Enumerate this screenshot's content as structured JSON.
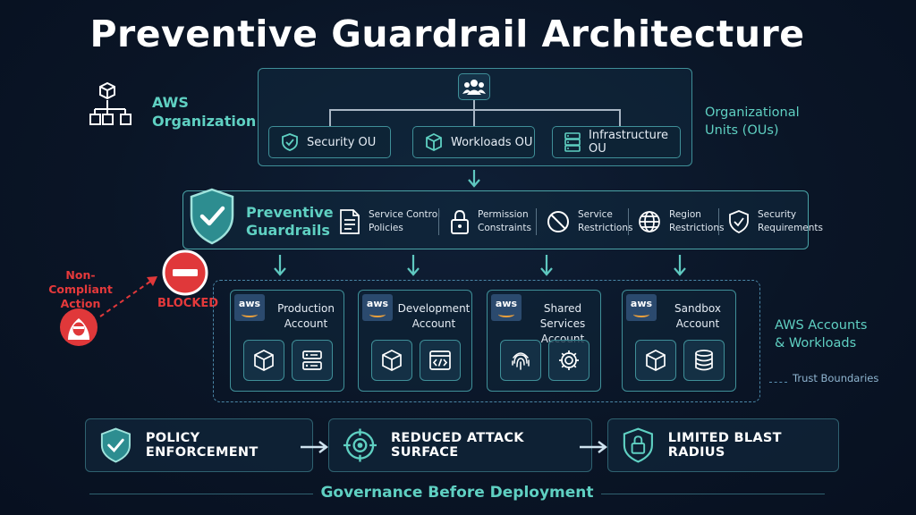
{
  "title": "Preventive Guardrail Architecture",
  "organization": {
    "label_line1": "AWS",
    "label_line2": "Organization"
  },
  "ous": {
    "side_label_line1": "Organizational",
    "side_label_line2": "Units (OUs)",
    "items": [
      {
        "label": "Security OU",
        "icon": "shield-check-icon"
      },
      {
        "label": "Workloads OU",
        "icon": "cube-icon"
      },
      {
        "label": "Infrastructure OU",
        "icon": "server-rack-icon"
      }
    ]
  },
  "guardrails": {
    "title_line1": "Preventive",
    "title_line2": "Guardrails",
    "items": [
      {
        "line1": "Service Control",
        "line2": "Policies",
        "icon": "document-icon"
      },
      {
        "line1": "Permission",
        "line2": "Constraints",
        "icon": "lock-icon"
      },
      {
        "line1": "Service",
        "line2": "Restrictions",
        "icon": "prohibited-icon"
      },
      {
        "line1": "Region",
        "line2": "Restrictions",
        "icon": "globe-icon"
      },
      {
        "line1": "Security",
        "line2": "Requirements",
        "icon": "shield-check-icon"
      }
    ]
  },
  "blocked": {
    "actor_line1": "Non-Compliant",
    "actor_line2": "Action",
    "status": "BLOCKED"
  },
  "accounts": {
    "side_label_line1": "AWS Accounts",
    "side_label_line2": "& Workloads",
    "legend": "Trust Boundaries",
    "badge": "aws",
    "items": [
      {
        "line1": "Production",
        "line2": "Account",
        "icons": [
          "cube-icon",
          "server-icon"
        ]
      },
      {
        "line1": "Development",
        "line2": "Account",
        "icons": [
          "cube-icon",
          "code-icon"
        ]
      },
      {
        "line1": "Shared Services",
        "line2": "Account",
        "icons": [
          "fingerprint-icon",
          "gear-icon"
        ]
      },
      {
        "line1": "Sandbox",
        "line2": "Account",
        "icons": [
          "cube-icon",
          "database-icon"
        ]
      }
    ]
  },
  "outcomes": [
    {
      "label": "POLICY ENFORCEMENT",
      "icon": "shield-check-icon"
    },
    {
      "label": "REDUCED ATTACK SURFACE",
      "icon": "target-icon"
    },
    {
      "label": "LIMITED BLAST RADIUS",
      "icon": "lock-icon"
    }
  ],
  "footer": "Governance Before Deployment",
  "colors": {
    "accent": "#5fd0c2",
    "border": "#3f8f98",
    "danger": "#e0383a",
    "background": "#0a1526"
  }
}
